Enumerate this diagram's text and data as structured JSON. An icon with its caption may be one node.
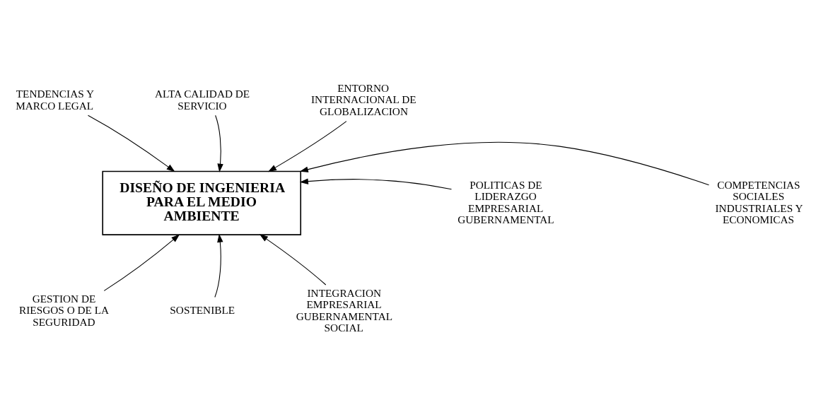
{
  "diagram": {
    "nodes": [
      {
        "text": [
          "DISEÑO DE INGENIERIA PARA EL MEDIO AMBIENTE"
        ]
      },
      {
        "text": [
          "TENDENCIAS Y MARCO LEGAL"
        ]
      },
      {
        "text": [
          "ALTA CALIDAD DE SERVICIO"
        ]
      },
      {
        "text": [
          "ENTORNO INTERNACIONAL DE GLOBALIZACION"
        ]
      },
      {
        "text": [
          "POLITICAS DE LIDERAZGO EMPRESARIAL GUBERNAMENTAL"
        ]
      },
      {
        "text": [
          "COMPETENCIAS SOCIALES INDUSTRIALES Y ECONOMICAS"
        ]
      },
      {
        "text": [
          "GESTION DE RIESGOS O DE LA SEGURIDAD"
        ]
      },
      {
        "text": [
          "SOSTENIBLE"
        ]
      },
      {
        "text": [
          "INTEGRACION EMPRESARIAL GUBERNAMENTAL SOCIAL"
        ]
      }
    ],
    "edges": [
      {
        "from": 1,
        "to": 0,
        "arrow": "to"
      },
      {
        "from": 2,
        "to": 0,
        "arrow": "to"
      },
      {
        "from": 3,
        "to": 0,
        "arrow": "to"
      },
      {
        "from": 4,
        "to": 0,
        "arrow": "to"
      },
      {
        "from": 5,
        "to": 0,
        "arrow": "to"
      },
      {
        "from": 6,
        "to": 0,
        "arrow": "to"
      },
      {
        "from": 7,
        "to": 0,
        "arrow": "to"
      },
      {
        "from": 8,
        "to": 0,
        "arrow": "to"
      }
    ]
  }
}
